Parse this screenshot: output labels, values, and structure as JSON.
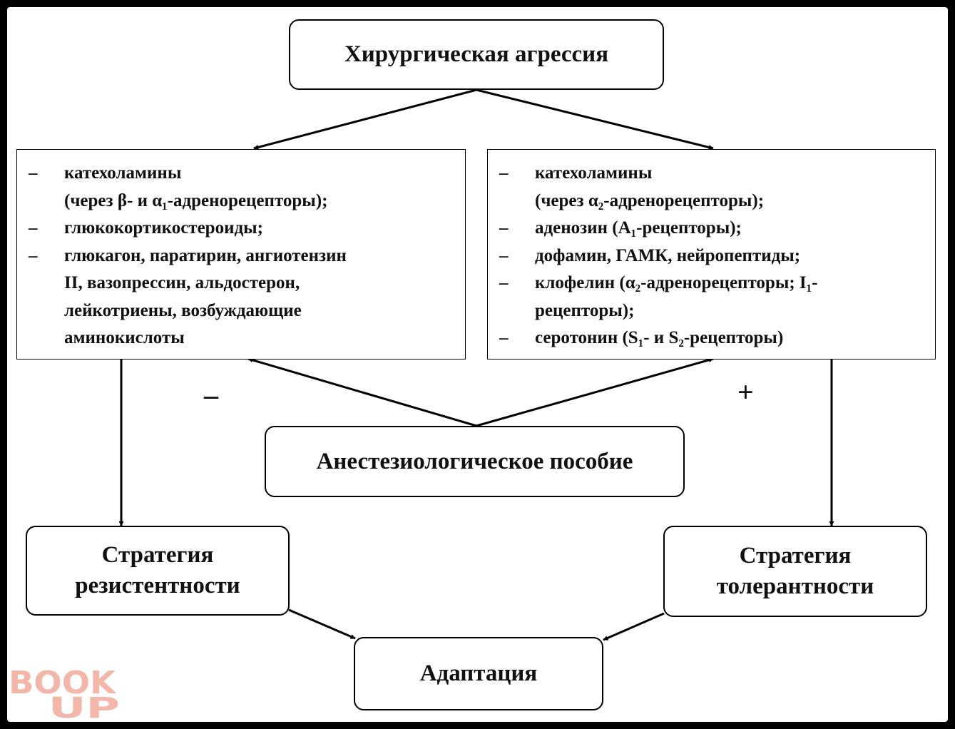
{
  "top_box": {
    "label": "Хирургическая агрессия"
  },
  "left_box": {
    "dash": "–",
    "items": [
      [
        "катехоламины",
        "(через β- и α₁-адренорецепторы);"
      ],
      [
        "глюкокортикостероиды;"
      ],
      [
        "глюкагон, паратирин, ангиотензин",
        "II, вазопрессин, альдостерон,",
        "лейкотриены, возбуждающие",
        "аминокислоты"
      ]
    ]
  },
  "right_box": {
    "dash": "–",
    "items": [
      [
        "катехоламины",
        "(через α₂-адренорецепторы);"
      ],
      [
        "аденозин (А₁-рецепторы);"
      ],
      [
        "дофамин, ГАМК, нейропептиды;"
      ],
      [
        "клофелин (α₂-адренорецепторы; I₁-",
        "рецепторы);"
      ],
      [
        "серотонин (S₁- и S₂-рецепторы)"
      ]
    ]
  },
  "minus_sign": "–",
  "plus_sign": "+",
  "middle_box": {
    "label": "Анестезиологическое пособие"
  },
  "resistance_box": {
    "line1": "Стратегия",
    "line2": "резистентности"
  },
  "tolerance_box": {
    "line1": "Стратегия",
    "line2": "толерантности"
  },
  "adaptation_box": {
    "label": "Адаптация"
  },
  "watermark": {
    "line1": "BOOK",
    "line2": "UP"
  }
}
